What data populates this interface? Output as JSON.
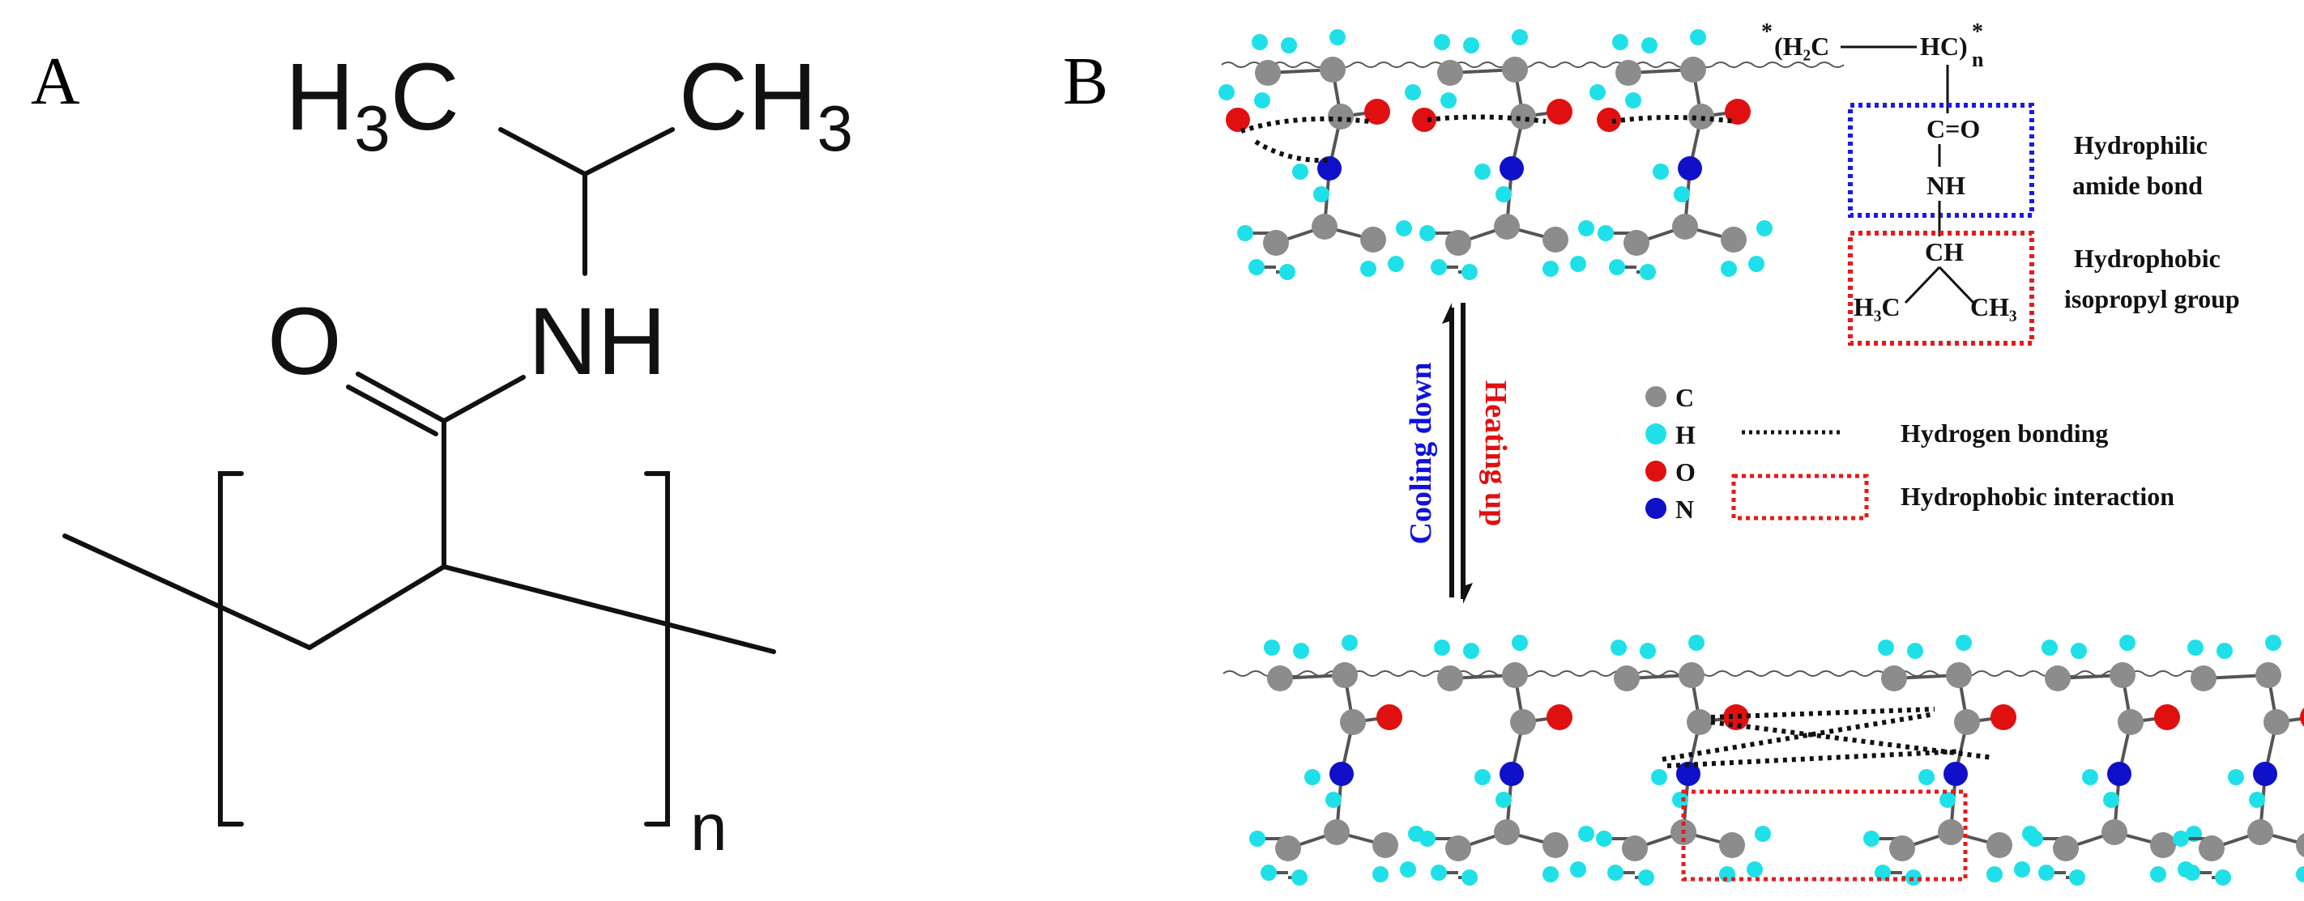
{
  "panelA": {
    "label": "A",
    "h3c_left": "H",
    "h3c_left_sub": "3",
    "h3c_left_tail": "C",
    "ch3_right": "CH",
    "ch3_right_sub": "3",
    "oxygen": "O",
    "nh": "NH",
    "repeat_n": "n"
  },
  "panelB": {
    "label": "B",
    "formula": {
      "star_left": "*",
      "h2c": "(H₂C",
      "hc": "HC)",
      "n": "n",
      "star_right": "*",
      "co": "C=O",
      "nh": "NH",
      "ch": "CH",
      "h3c": "H₃C",
      "ch3": "CH₃"
    },
    "annotations": {
      "hydrophilic_line1": "Hydrophilic",
      "hydrophilic_line2": "amide bond",
      "hydrophobic_line1": "Hydrophobic",
      "hydrophobic_line2": "isopropyl group"
    },
    "arrows": {
      "cooling": "Cooling down",
      "heating": "Heating up"
    },
    "legend": {
      "atoms": [
        {
          "symbol": "C",
          "color": "#8c8c8c"
        },
        {
          "symbol": "H",
          "color": "#1fe0e8"
        },
        {
          "symbol": "O",
          "color": "#e01010"
        },
        {
          "symbol": "N",
          "color": "#1010c8"
        }
      ],
      "hbond": "Hydrogen bonding",
      "hydrophobic": "Hydrophobic interaction"
    },
    "colors": {
      "carbon": "#8c8c8c",
      "hydrogen": "#1fe0e8",
      "oxygen": "#e01010",
      "nitrogen": "#1010c8",
      "cooling_text": "#1010e0",
      "heating_text": "#e01010",
      "hydrophilic_box": "#1a1ae6",
      "hydrophobic_box": "#e61a1a"
    }
  }
}
